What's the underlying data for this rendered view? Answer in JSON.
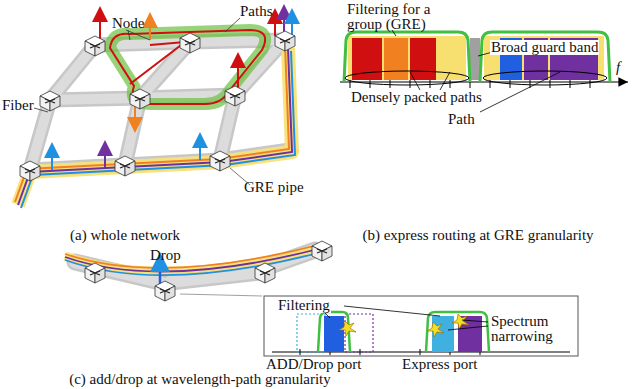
{
  "diagram": {
    "labels": [
      "Node",
      "Paths",
      "Fiber",
      "GRE pipe",
      "(a) whole network",
      "Filtering for a group (GRE)",
      "Broad guard band",
      "Densely packed paths",
      "Path",
      "f",
      "(b) express routing at GRE granularity",
      "Drop",
      "Filtering",
      "Spectrum narrowing",
      "ADD/Drop port",
      "Express port",
      "(c) add/drop at wavelength-path granularity"
    ]
  }
}
